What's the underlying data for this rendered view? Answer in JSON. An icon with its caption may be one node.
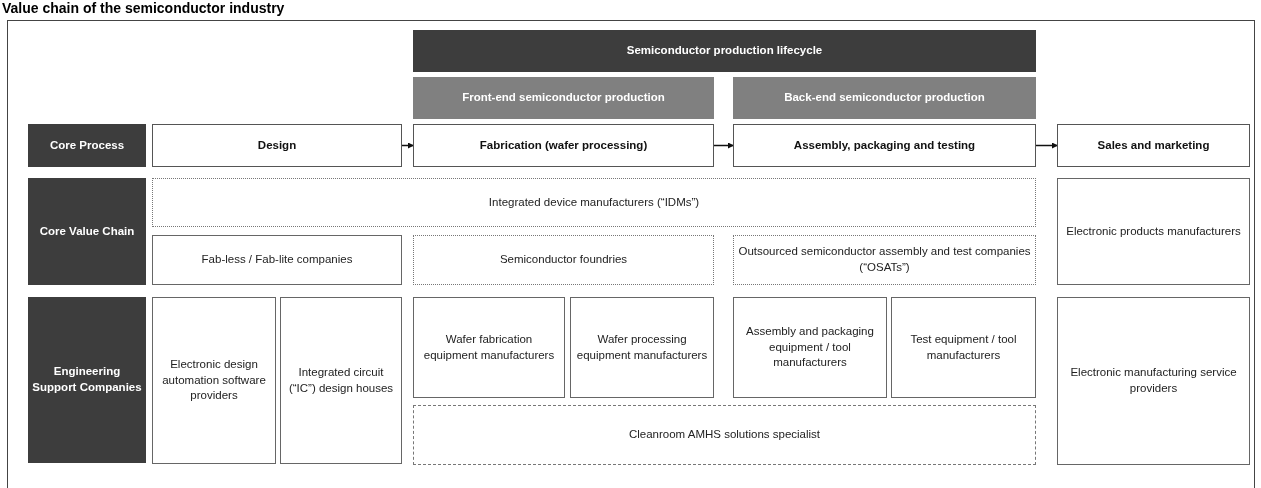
{
  "diagram": {
    "title": "Value chain of the semiconductor industry",
    "nodes": [
      {
        "text": [
          "Semiconductor production lifecycle"
        ]
      },
      {
        "text": [
          "Front-end semiconductor production"
        ]
      },
      {
        "text": [
          "Back-end semiconductor production"
        ]
      },
      {
        "text": [
          "Core Process"
        ]
      },
      {
        "text": [
          "Design"
        ]
      },
      {
        "text": [
          "Fabrication (wafer processing)"
        ]
      },
      {
        "text": [
          "Assembly, packaging and testing"
        ]
      },
      {
        "text": [
          "Sales and marketing"
        ]
      },
      {
        "text": [
          "Core Value Chain"
        ]
      },
      {
        "text": [
          "Integrated device manufacturers (“IDMs”)"
        ]
      },
      {
        "text": [
          "Electronic products manufacturers"
        ]
      },
      {
        "text": [
          "Fab-less / Fab-lite companies"
        ]
      },
      {
        "text": [
          "Semiconductor foundries"
        ]
      },
      {
        "text": [
          "Outsourced semiconductor assembly and test companies (“OSATs”)"
        ]
      },
      {
        "text": [
          "Engineering Support Companies"
        ]
      },
      {
        "text": [
          "Electronic design automation software providers"
        ]
      },
      {
        "text": [
          "Integrated circuit (“IC”) design houses"
        ]
      },
      {
        "text": [
          "Wafer fabrication equipment manufacturers"
        ]
      },
      {
        "text": [
          "Wafer processing equipment manufacturers"
        ]
      },
      {
        "text": [
          "Assembly and packaging equipment / tool manufacturers"
        ]
      },
      {
        "text": [
          "Test equipment / tool manufacturers"
        ]
      },
      {
        "text": [
          "Electronic manufacturing service providers"
        ]
      },
      {
        "text": [
          "Cleanroom AMHS solutions specialist"
        ]
      }
    ],
    "edges": [
      {
        "from": 4,
        "to": 5,
        "arrow": "to"
      },
      {
        "from": 5,
        "to": 6,
        "arrow": "to"
      },
      {
        "from": 6,
        "to": 7,
        "arrow": "to"
      }
    ]
  }
}
